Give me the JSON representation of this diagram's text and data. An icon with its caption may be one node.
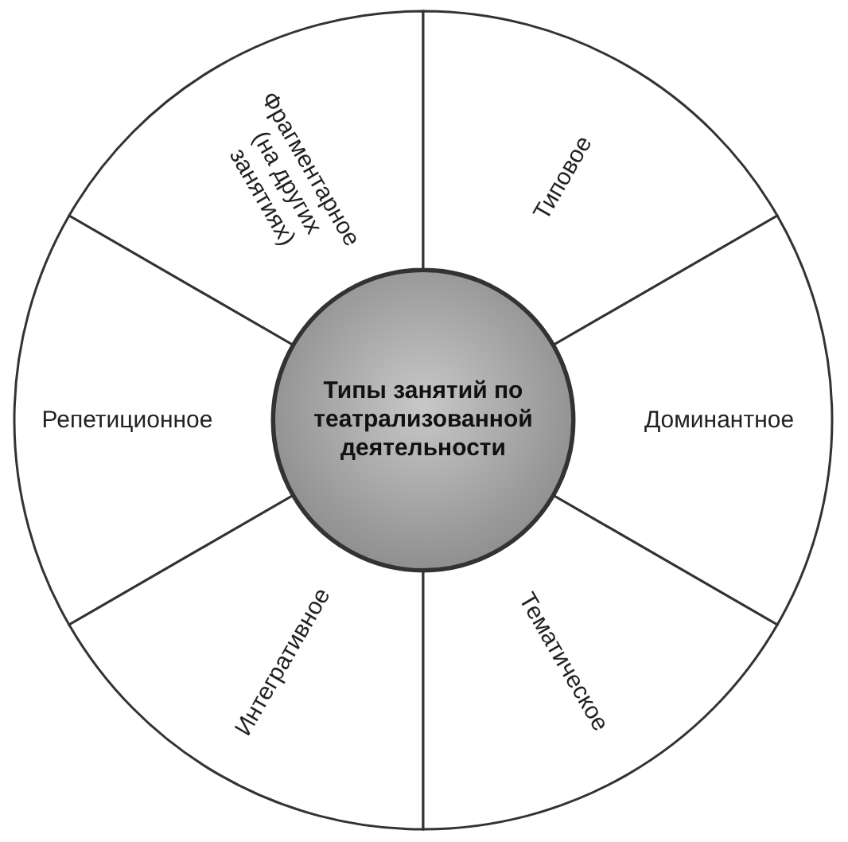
{
  "diagram": {
    "nodes": [
      {
        "text": [
          "Типы занятий по театрализованной деятельности"
        ]
      },
      {
        "text": [
          "Фрагментарное (на других занятиях)"
        ]
      },
      {
        "text": [
          "Типовое"
        ]
      },
      {
        "text": [
          "Репетиционное"
        ]
      },
      {
        "text": [
          "Доминантное"
        ]
      },
      {
        "text": [
          "Интегративное"
        ]
      },
      {
        "text": [
          "Тематическое"
        ]
      }
    ]
  }
}
